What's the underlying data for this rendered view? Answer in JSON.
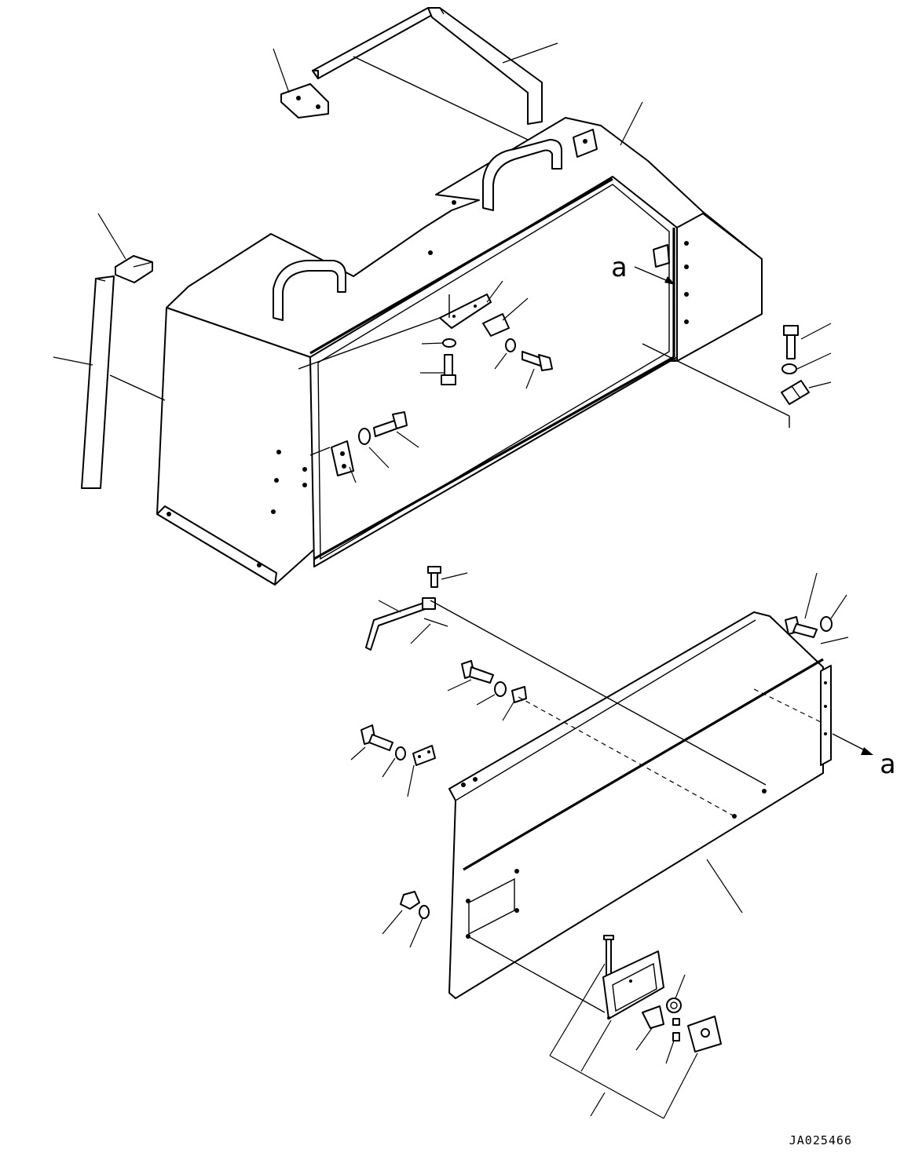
{
  "view_markers": {
    "upper": "a",
    "lower": "a"
  },
  "drawing_code": "JA025466"
}
